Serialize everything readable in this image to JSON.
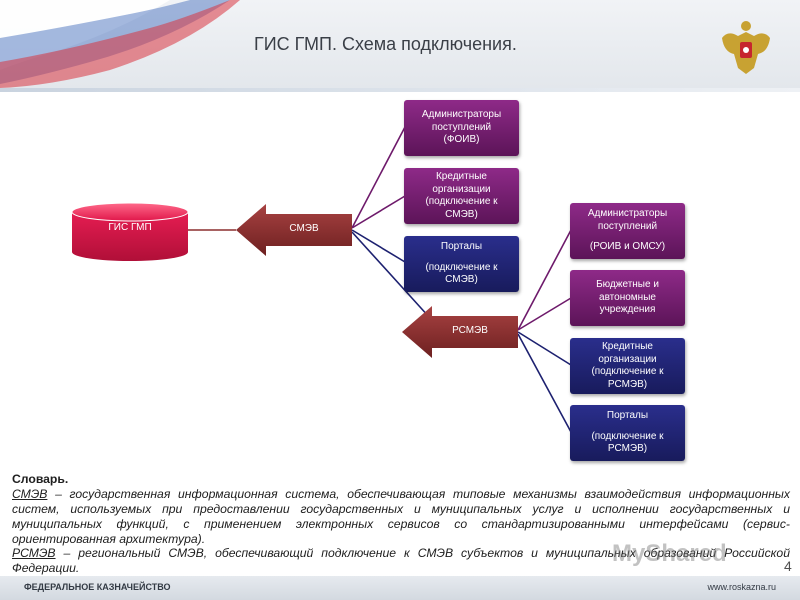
{
  "slide": {
    "title": "ГИС ГМП. Схема подключения.",
    "page_number": "4"
  },
  "diagram": {
    "gis_label": "ГИС ГМП",
    "smev_label": "СМЭВ",
    "rsmev_label": "РСМЭВ",
    "smev_boxes": [
      {
        "lines": [
          "Администраторы поступлений",
          "(ФОИВ)"
        ]
      },
      {
        "lines": [
          "Кредитные организации (подключение к СМЭВ)"
        ]
      },
      {
        "lines": [
          "Порталы",
          "(подключение к СМЭВ)"
        ]
      }
    ],
    "rsmev_boxes": [
      {
        "lines": [
          "Администраторы поступлений",
          "(РОИВ и ОМСУ)"
        ]
      },
      {
        "lines": [
          "Бюджетные и автономные учреждения"
        ]
      },
      {
        "lines": [
          "Кредитные организации (подключение к РСМЭВ)"
        ]
      },
      {
        "lines": [
          "Порталы",
          "(подключение к РСМЭВ)"
        ]
      }
    ]
  },
  "dictionary": {
    "heading": "Словарь.",
    "entries": [
      {
        "term": "СМЭВ",
        "definition": " – государственная информационная система, обеспечивающая типовые механизмы взаимодействия информационных систем, используемых при предоставлении государственных и муниципальных услуг и исполнении государственных и муниципальных функций, с применением электронных сервисов со стандартизированными интерфейсами (сервис-ориентированная архитектура)."
      },
      {
        "term": "РСМЭВ",
        "definition": " – региональный СМЭВ, обеспечивающий подключение к СМЭВ субъектов и муниципальных образований Российской Федерации."
      }
    ]
  },
  "watermark": "MyShared",
  "footer": {
    "left": "ФЕДЕРАЛЬНОЕ КАЗНАЧЕЙСТВО",
    "right": "www.roskazna.ru"
  },
  "colors": {
    "gis_red": "#e0174a",
    "arrow_brown": "#8b2f2f",
    "purple": "#6e1a6b",
    "navy": "#1d2170"
  }
}
